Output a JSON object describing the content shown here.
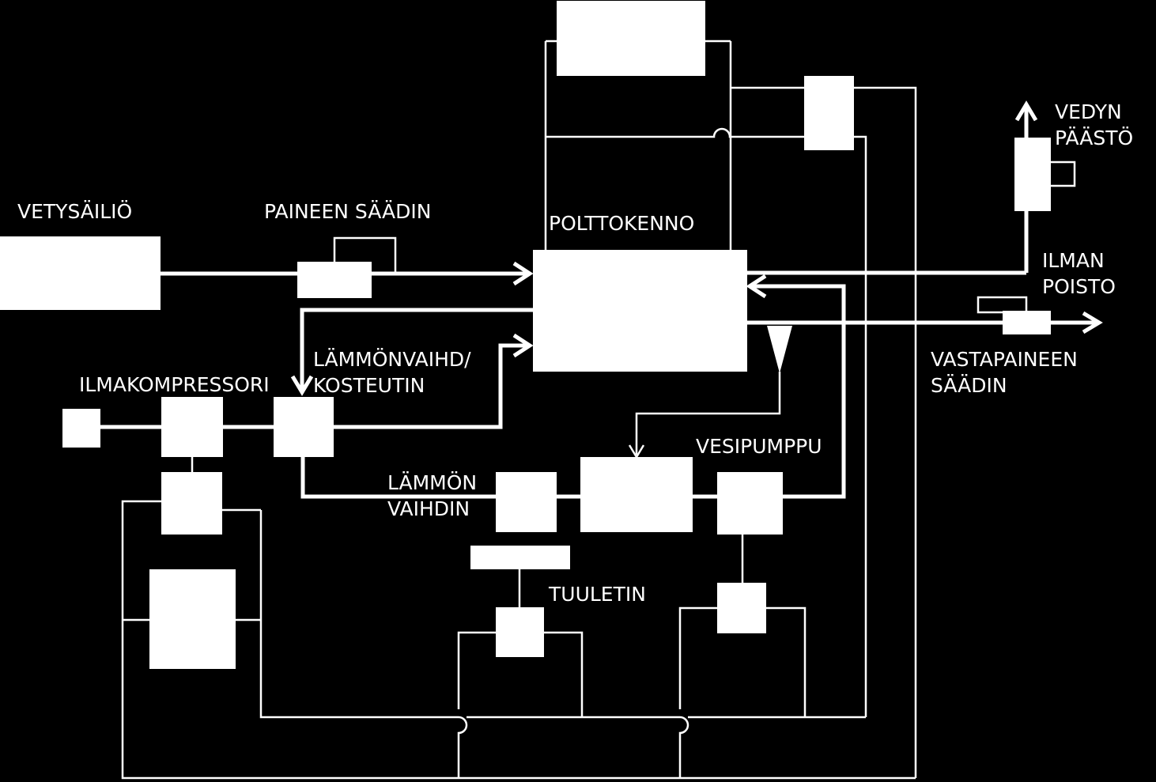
{
  "colors": {
    "background": "#000000",
    "foreground": "#ffffff"
  },
  "labels": {
    "vetysailio": "VETYSÄILIÖ",
    "paineen_saadin": "PAINEEN SÄÄDIN",
    "polttokenno": "POLTTOKENNO",
    "vedyn_paasto": [
      "VEDYN",
      "PÄÄSTÖ"
    ],
    "ilman_poisto": [
      "ILMAN",
      "POISTO"
    ],
    "vastapaineen_saadin": [
      "VASTAPAINEEN",
      "SÄÄDIN"
    ],
    "lammonvaihd_kosteutin": [
      "LÄMMÖNVAIHD/",
      "KOSTEUTIN"
    ],
    "ilmakompressori": "ILMAKOMPRESSORI",
    "vesipumppu": "VESIPUMPPU",
    "lammon_vaihdin": [
      "LÄMMÖN",
      "VAIHDIN"
    ],
    "tuuletin": "TUULETIN"
  }
}
